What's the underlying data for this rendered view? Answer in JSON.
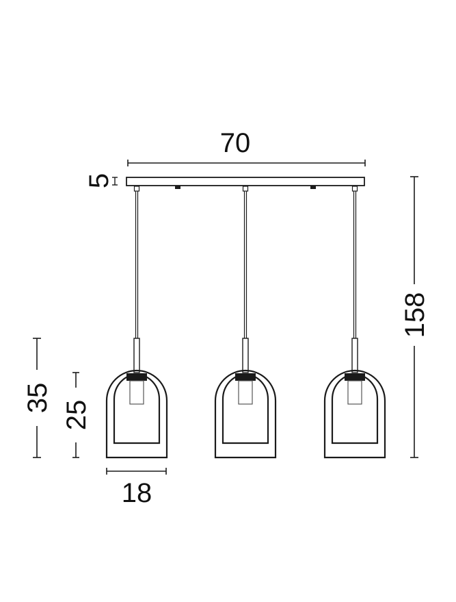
{
  "diagram": {
    "subject": "3-light linear pendant lamp dimension drawing",
    "units": "cm",
    "dimensions": {
      "total_width": "70",
      "canopy_height": "5",
      "total_height": "158",
      "shade_height_outer": "35",
      "shade_height_inner": "25",
      "shade_width": "18"
    },
    "pendants": [
      {
        "label": "pendant-left"
      },
      {
        "label": "pendant-center"
      },
      {
        "label": "pendant-right"
      }
    ],
    "colors": {
      "line": "#1a1a1a",
      "text": "#111111",
      "background": "#ffffff"
    }
  }
}
